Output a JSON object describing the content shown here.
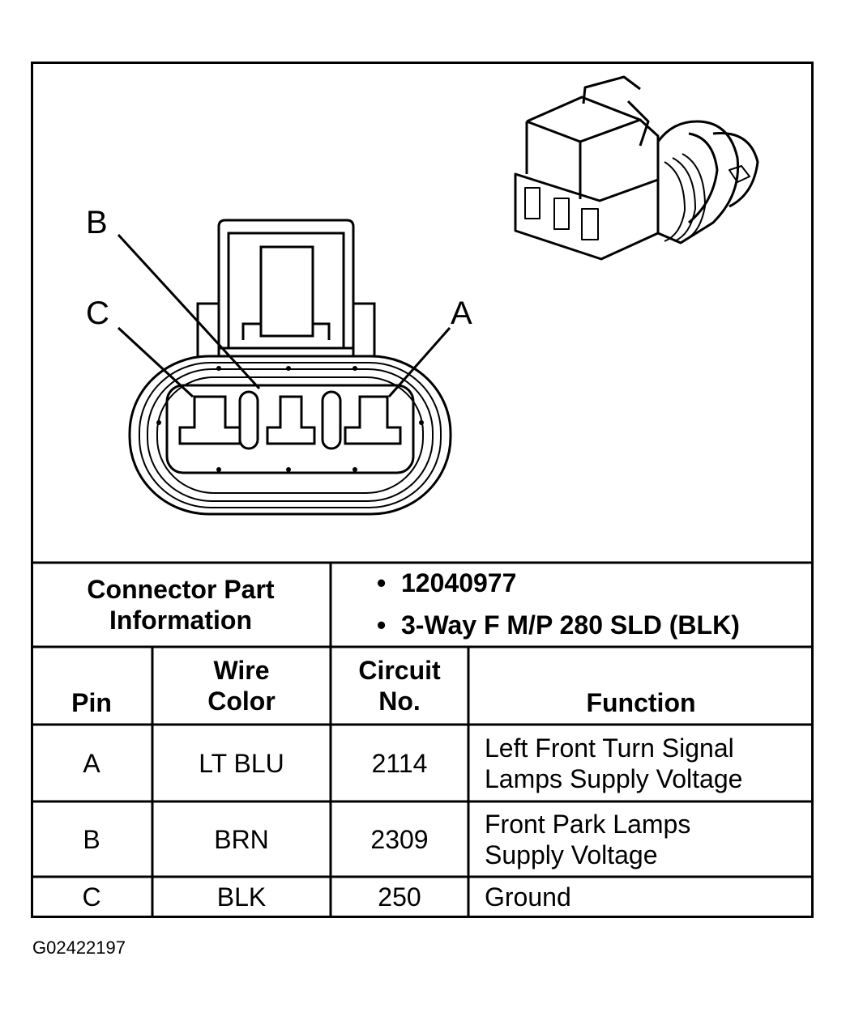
{
  "diagram": {
    "pin_labels": {
      "a": "A",
      "b": "B",
      "c": "C"
    },
    "part_info": {
      "label_line1": "Connector Part",
      "label_line2": "Information",
      "bullets": [
        "12040977",
        "3-Way F M/P 280 SLD (BLK)"
      ]
    },
    "table": {
      "headers": {
        "pin": "Pin",
        "wire_line1": "Wire",
        "wire_line2": "Color",
        "circuit_line1": "Circuit",
        "circuit_line2": "No.",
        "function": "Function"
      },
      "rows": [
        {
          "pin": "A",
          "wire": "LT BLU",
          "circuit": "2114",
          "function_line1": "Left Front Turn Signal",
          "function_line2": "Lamps Supply Voltage"
        },
        {
          "pin": "B",
          "wire": "BRN",
          "circuit": "2309",
          "function_line1": "Front Park Lamps",
          "function_line2": "Supply Voltage"
        },
        {
          "pin": "C",
          "wire": "BLK",
          "circuit": "250",
          "function_line1": "Ground",
          "function_line2": ""
        }
      ]
    },
    "figure_id": "G02422197"
  }
}
